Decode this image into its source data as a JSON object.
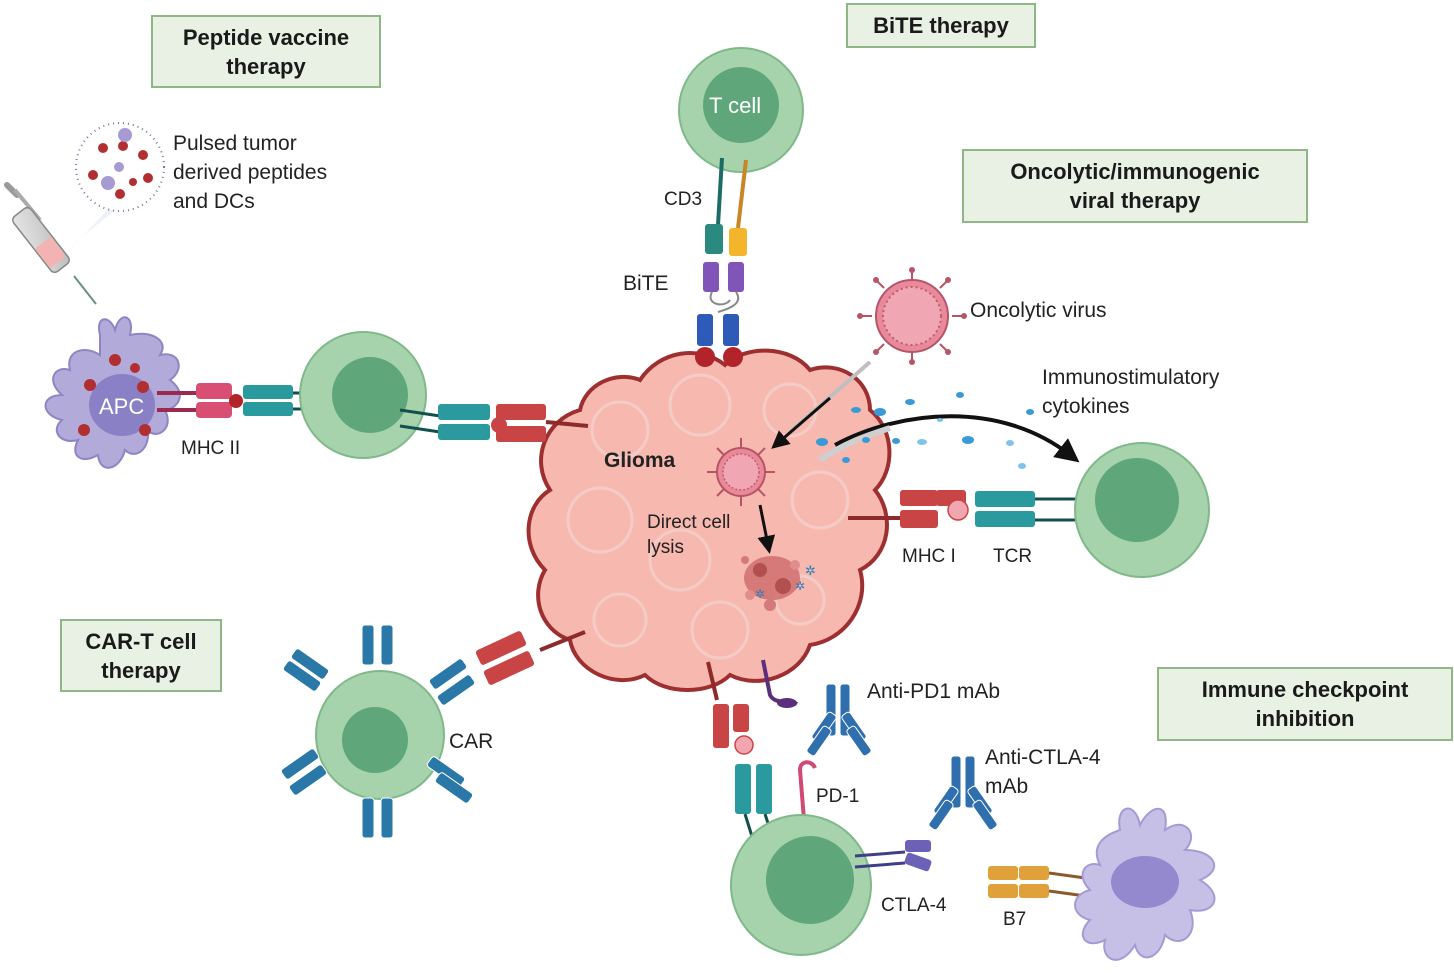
{
  "boxes": {
    "peptide": [
      "Peptide vaccine",
      "therapy"
    ],
    "bite": [
      "BiTE therapy"
    ],
    "oncolytic": [
      "Oncolytic/immunogenic",
      "viral therapy"
    ],
    "cart": [
      "CAR-T cell",
      "therapy"
    ],
    "checkpoint": [
      "Immune checkpoint",
      "inhibition"
    ]
  },
  "labels": {
    "pulsed": [
      "Pulsed tumor",
      "derived peptides",
      "and DCs"
    ],
    "apc": "APC",
    "mhc2": "MHC II",
    "tcell": "T cell",
    "cd3": "CD3",
    "bite": "BiTE",
    "oncolytic_virus": "Oncolytic virus",
    "cytokines": [
      "Immunostimulatory",
      "cytokines"
    ],
    "glioma": "Glioma",
    "lysis": [
      "Direct cell",
      "lysis"
    ],
    "mhc1": "MHC I",
    "tcr": "TCR",
    "car": "CAR",
    "anti_pd1": "Anti-PD1 mAb",
    "pd1": "PD-1",
    "anti_ctla4": [
      "Anti-CTLA-4",
      "mAb"
    ],
    "ctla4": "CTLA-4",
    "b7": "B7"
  },
  "colors": {
    "box_fill": "#e8f1e3",
    "box_border": "#8fb785",
    "tcell_outer": "#a6d3ac",
    "tcell_inner": "#5fa77a",
    "glioma": "#f7b8b0",
    "glioma_border": "#9e2f30",
    "apc": "#b2aad8",
    "receptor_teal": "#2a9a9e",
    "receptor_red": "#c94545",
    "antibody_blue": "#2f6fae",
    "virus": "#e98a9a"
  }
}
